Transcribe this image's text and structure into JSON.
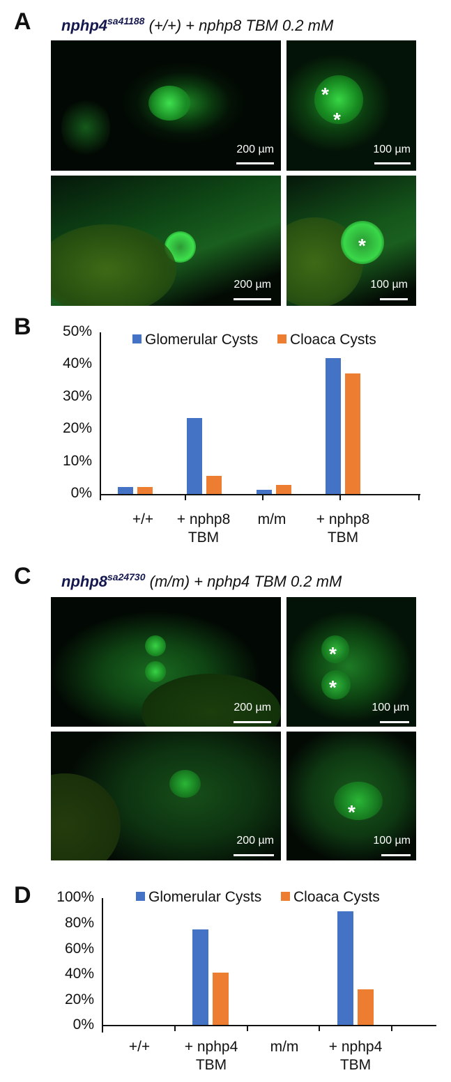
{
  "panels": {
    "A": {
      "letter": "A",
      "gene": "nphp4",
      "allele": "sa41188",
      "rest": " (+/+) + nphp8 TBM 0.2 mM",
      "images": [
        {
          "scale": "200 µm",
          "asterisks": 0
        },
        {
          "scale": "100 µm",
          "asterisks": 2
        },
        {
          "scale": "200 µm",
          "asterisks": 0
        },
        {
          "scale": "100 µm",
          "asterisks": 1
        }
      ]
    },
    "B": {
      "letter": "B"
    },
    "C": {
      "letter": "C",
      "gene": "nphp8",
      "allele": "sa24730",
      "rest": " (m/m) + nphp4 TBM 0.2 mM",
      "images": [
        {
          "scale": "200 µm",
          "asterisks": 0
        },
        {
          "scale": "100 µm",
          "asterisks": 2
        },
        {
          "scale": "200 µm",
          "asterisks": 0
        },
        {
          "scale": "100 µm",
          "asterisks": 1
        }
      ]
    },
    "D": {
      "letter": "D"
    }
  },
  "asterisk_symbol": "*",
  "colors": {
    "glomerular": "#4472C4",
    "cloaca": "#ED7D31",
    "fluor": "#2bd43a"
  },
  "chart_data": [
    {
      "panel": "B",
      "type": "bar",
      "title": "",
      "xlabel": "",
      "ylabel": "",
      "categories": [
        "+/+",
        "+ nphp8 TBM",
        "m/m",
        "+ nphp8 TBM"
      ],
      "category_lines": [
        [
          "+/+"
        ],
        [
          "+ nphp8",
          "TBM"
        ],
        [
          "m/m"
        ],
        [
          "+ nphp8",
          "TBM"
        ]
      ],
      "series": [
        {
          "name": "Glomerular Cysts",
          "color": "#4472C4",
          "values": [
            2.2,
            23.7,
            1.5,
            42.0
          ]
        },
        {
          "name": "Cloaca Cysts",
          "color": "#ED7D31",
          "values": [
            2.2,
            5.8,
            2.9,
            37.5
          ]
        }
      ],
      "yticks": [
        "0%",
        "10%",
        "20%",
        "30%",
        "40%",
        "50%"
      ],
      "ylim": [
        0,
        50
      ],
      "grid": false,
      "legend_position": "top"
    },
    {
      "panel": "D",
      "type": "bar",
      "title": "",
      "xlabel": "",
      "ylabel": "",
      "categories": [
        "+/+",
        "+ nphp4 TBM",
        "m/m",
        "+ nphp4 TBM"
      ],
      "category_lines": [
        [
          "+/+"
        ],
        [
          "+ nphp4",
          "TBM"
        ],
        [
          "m/m"
        ],
        [
          "+ nphp4",
          "TBM"
        ]
      ],
      "series": [
        {
          "name": "Glomerular Cysts",
          "color": "#4472C4",
          "values": [
            0,
            74.5,
            0,
            88.6
          ]
        },
        {
          "name": "Cloaca Cysts",
          "color": "#ED7D31",
          "values": [
            0,
            41.0,
            0,
            27.5
          ]
        }
      ],
      "yticks": [
        "0%",
        "20%",
        "40%",
        "60%",
        "80%",
        "100%"
      ],
      "ylim": [
        0,
        100
      ],
      "grid": false,
      "legend_position": "top"
    }
  ]
}
